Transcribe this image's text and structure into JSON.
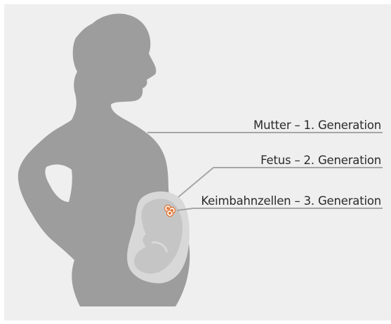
{
  "labels": {
    "mother": "Mutter – 1. Generation",
    "fetus": "Fetus – 2. Generation",
    "germ_cells": "Keimbahnzellen – 3. Generation"
  },
  "colors": {
    "background": "#efefef",
    "silhouette": "#9d9d9d",
    "uterus_outline": "#d8d8d8",
    "fetus_fill": "#cfcfcf",
    "leader_lines": "#a6a6a6",
    "germ_cells": "#e07a3c",
    "text": "#2b2b2b"
  }
}
